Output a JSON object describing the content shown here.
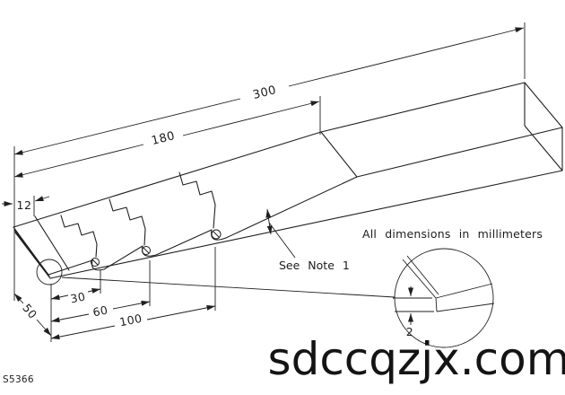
{
  "drawing": {
    "title": "Stepped wedge shim - isometric dimensioned drawing",
    "dimensions": {
      "total_length": "300",
      "taper_length": "180",
      "end_offset": "12",
      "step1": "30",
      "step2": "60",
      "step3": "100",
      "width": "50",
      "tip_thickness": "2"
    },
    "notes": {
      "units": "All dimensions in millimeters",
      "callout": "See Note 1"
    },
    "part_number": "S5366",
    "watermark": "sdccqzjx.com",
    "colors": {
      "line": "#1f1f1f",
      "background": "#ffffff",
      "watermark": "#141414"
    }
  }
}
